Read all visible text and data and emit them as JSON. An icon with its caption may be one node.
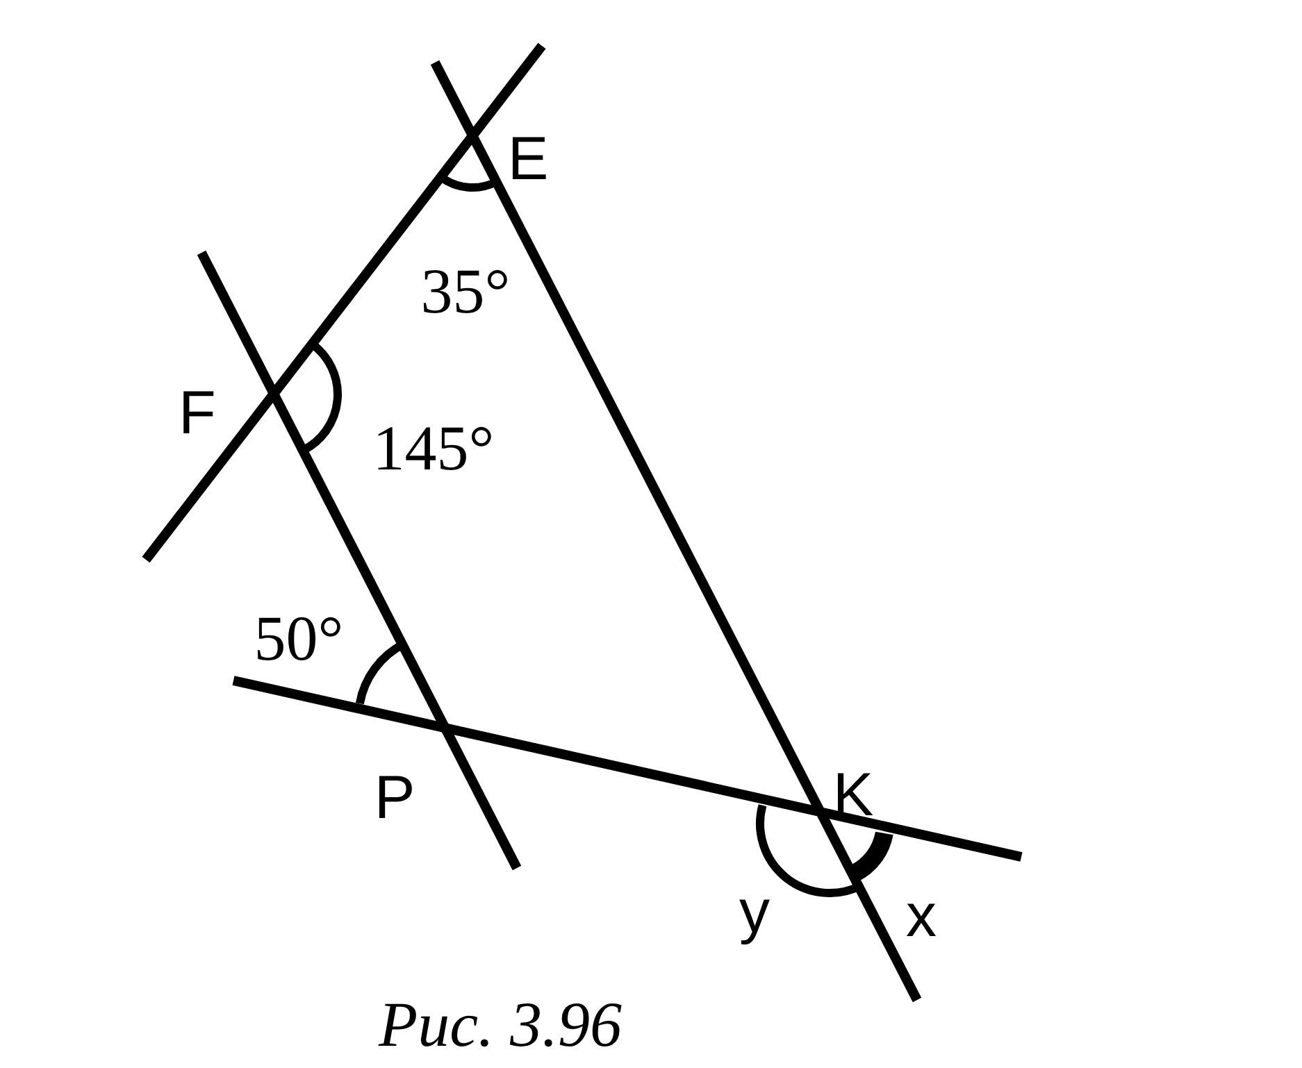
{
  "diagram": {
    "caption": "Рис. 3.96",
    "labels": [
      "E",
      "35°",
      "F",
      "145°",
      "50°",
      "P",
      "K",
      "y",
      "x"
    ]
  }
}
